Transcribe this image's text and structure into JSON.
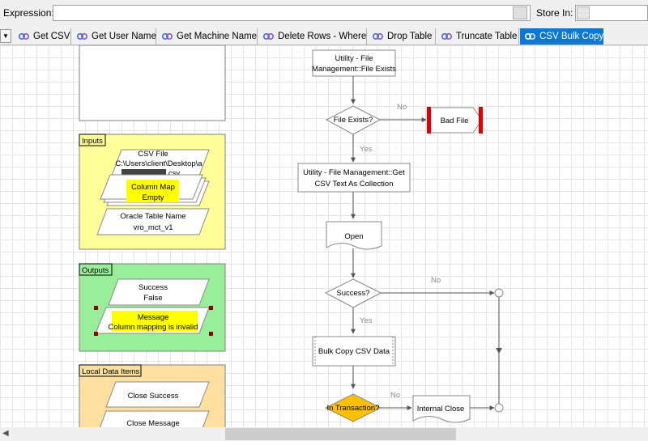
{
  "toolbar": {
    "expression_label": "Expression:",
    "store_in_label": "Store In:"
  },
  "tabs": [
    {
      "label": "Get CSV",
      "active": false
    },
    {
      "label": "Get User Name",
      "active": false
    },
    {
      "label": "Get Machine Name",
      "active": false
    },
    {
      "label": "Delete Rows - Where",
      "active": false
    },
    {
      "label": "Drop Table",
      "active": false
    },
    {
      "label": "Truncate Table",
      "active": false
    },
    {
      "label": "CSV Bulk Copy",
      "active": true
    }
  ],
  "panels": {
    "inputs": {
      "title": "Inputs",
      "items": [
        {
          "line1": "CSV File",
          "line2": "C:\\Users\\client\\Desktop\\a",
          "line3": "csv"
        },
        {
          "line1": "Column Map",
          "line2": "Empty"
        },
        {
          "line1": "Oracle Table Name",
          "line2": "vro_mct_v1"
        }
      ]
    },
    "outputs": {
      "title": "Outputs",
      "items": [
        {
          "line1": "Success",
          "line2": "False"
        },
        {
          "line1": "Message",
          "line2": "Column mapping is invalid"
        }
      ]
    },
    "local": {
      "title": "Local Data Items",
      "items": [
        {
          "line1": "Close Success"
        },
        {
          "line1": "Close Message"
        }
      ]
    }
  },
  "flow": {
    "file_exists_action": [
      "Utility - File",
      "Management::File Exists"
    ],
    "file_exists_decision": "File Exists?",
    "bad_file": "Bad File",
    "get_csv_action": [
      "Utility - File Management::Get",
      "CSV Text As Collection"
    ],
    "open": "Open",
    "success_decision": "Success?",
    "bulk_copy": "Bulk Copy CSV Data",
    "in_transaction": "In Transaction?",
    "internal_close": "Internal Close",
    "yes": "Yes",
    "no": "No"
  },
  "colors": {
    "inputs_panel": "#ffff99",
    "outputs_panel": "#99ee99",
    "local_panel": "#ffe0a0",
    "highlight": "#ffff00",
    "decision_fill": "#ffc000",
    "active_tab": "#0a78d7",
    "bad_file_bar": "#e00000"
  }
}
